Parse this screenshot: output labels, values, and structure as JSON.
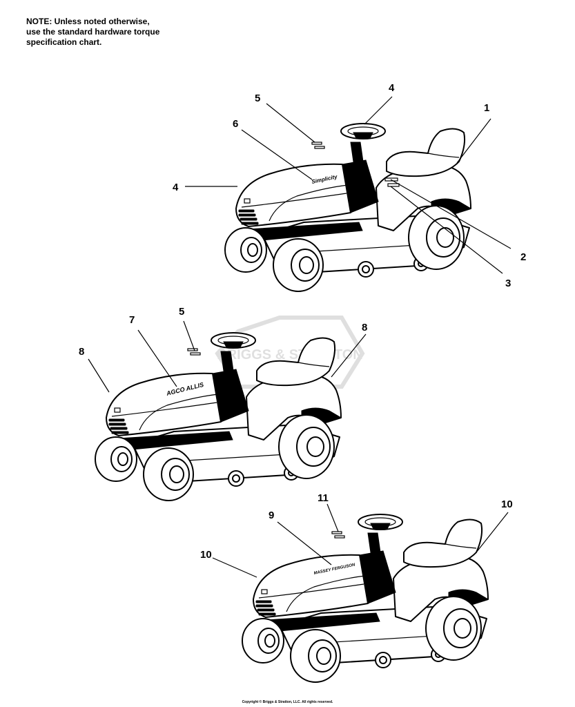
{
  "note": {
    "lines": [
      "NOTE: Unless noted otherwise,",
      "use the standard hardware torque",
      "specification chart."
    ]
  },
  "watermark": "BRIGGS & STRATTON",
  "decals": {
    "mower1": "Simplicity",
    "mower2": "AGCO ALLIS",
    "mower3": "MASSEY FERGUSON"
  },
  "callouts": {
    "m1_1": "1",
    "m1_2": "2",
    "m1_3": "3",
    "m1_4_steer": "4",
    "m1_4_front": "4",
    "m1_5": "5",
    "m1_6": "6",
    "m2_5": "5",
    "m2_7": "7",
    "m2_8_front": "8",
    "m2_8_rear": "8",
    "m3_9": "9",
    "m3_10_front": "10",
    "m3_10_rear": "10",
    "m3_11": "11"
  },
  "copyright": "Copyright © Briggs & Stratton, LLC. All rights reserved."
}
